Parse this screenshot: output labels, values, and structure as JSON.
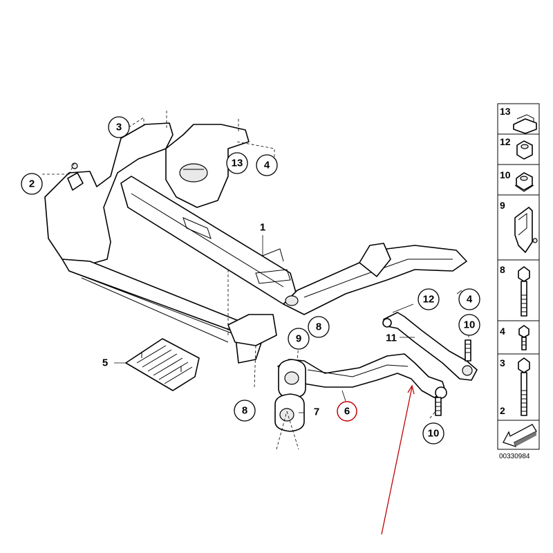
{
  "callouts": [
    {
      "id": "1",
      "text": "1"
    },
    {
      "id": "2",
      "text": "2"
    },
    {
      "id": "3",
      "text": "3"
    },
    {
      "id": "13",
      "text": "13"
    },
    {
      "id": "4a",
      "text": "4"
    },
    {
      "id": "4b",
      "text": "4"
    },
    {
      "id": "12",
      "text": "12"
    },
    {
      "id": "10a",
      "text": "10"
    },
    {
      "id": "11",
      "text": "11"
    },
    {
      "id": "9",
      "text": "9"
    },
    {
      "id": "8a",
      "text": "8"
    },
    {
      "id": "5",
      "text": "5"
    },
    {
      "id": "8b",
      "text": "8"
    },
    {
      "id": "7",
      "text": "7"
    },
    {
      "id": "6",
      "text": "6"
    },
    {
      "id": "10b",
      "text": "10"
    }
  ],
  "legend": [
    {
      "num": "13"
    },
    {
      "num": "12"
    },
    {
      "num": "10"
    },
    {
      "num": "9"
    },
    {
      "num": "8"
    },
    {
      "num": "4"
    },
    {
      "num": "3"
    },
    {
      "num": "2"
    }
  ],
  "diagram_code": "00330984",
  "highlight_color": "#c00000"
}
